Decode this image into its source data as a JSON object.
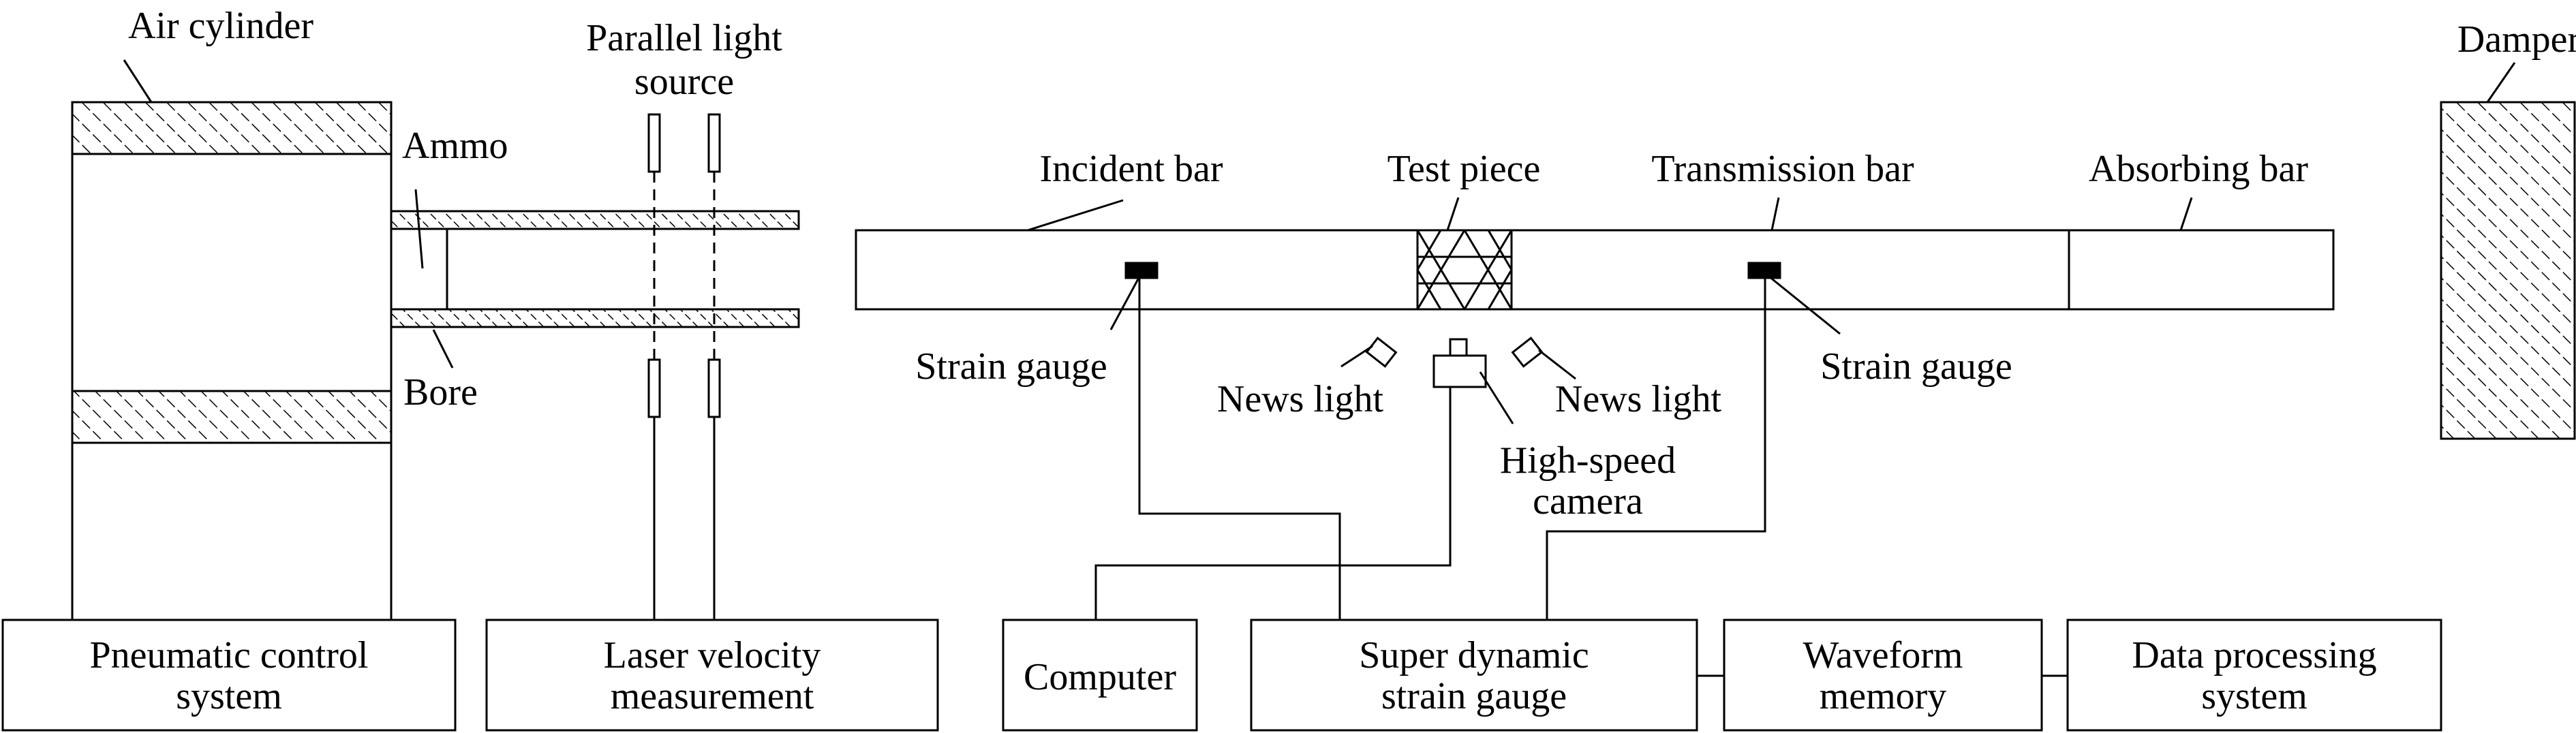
{
  "labels": {
    "air_cylinder": "Air cylinder",
    "parallel_light_source_line1": "Parallel light",
    "parallel_light_source_line2": "source",
    "ammo": "Ammo",
    "bore": "Bore",
    "incident_bar": "Incident bar",
    "test_piece": "Test piece",
    "transmission_bar": "Transmission bar",
    "absorbing_bar": "Absorbing bar",
    "damper": "Damper",
    "strain_gauge_left": "Strain gauge",
    "strain_gauge_right": "Strain gauge",
    "news_light_left": "News light",
    "news_light_right": "News light",
    "high_speed_camera_line1": "High-speed",
    "high_speed_camera_line2": "camera"
  },
  "boxes": {
    "pneumatic_control_line1": "Pneumatic control",
    "pneumatic_control_line2": "system",
    "laser_velocity_line1": "Laser velocity",
    "laser_velocity_line2": "measurement",
    "computer": "Computer",
    "super_dynamic_line1": "Super dynamic",
    "super_dynamic_line2": "strain gauge",
    "waveform_line1": "Waveform",
    "waveform_line2": "memory",
    "data_processing_line1": "Data processing",
    "data_processing_line2": "system"
  }
}
